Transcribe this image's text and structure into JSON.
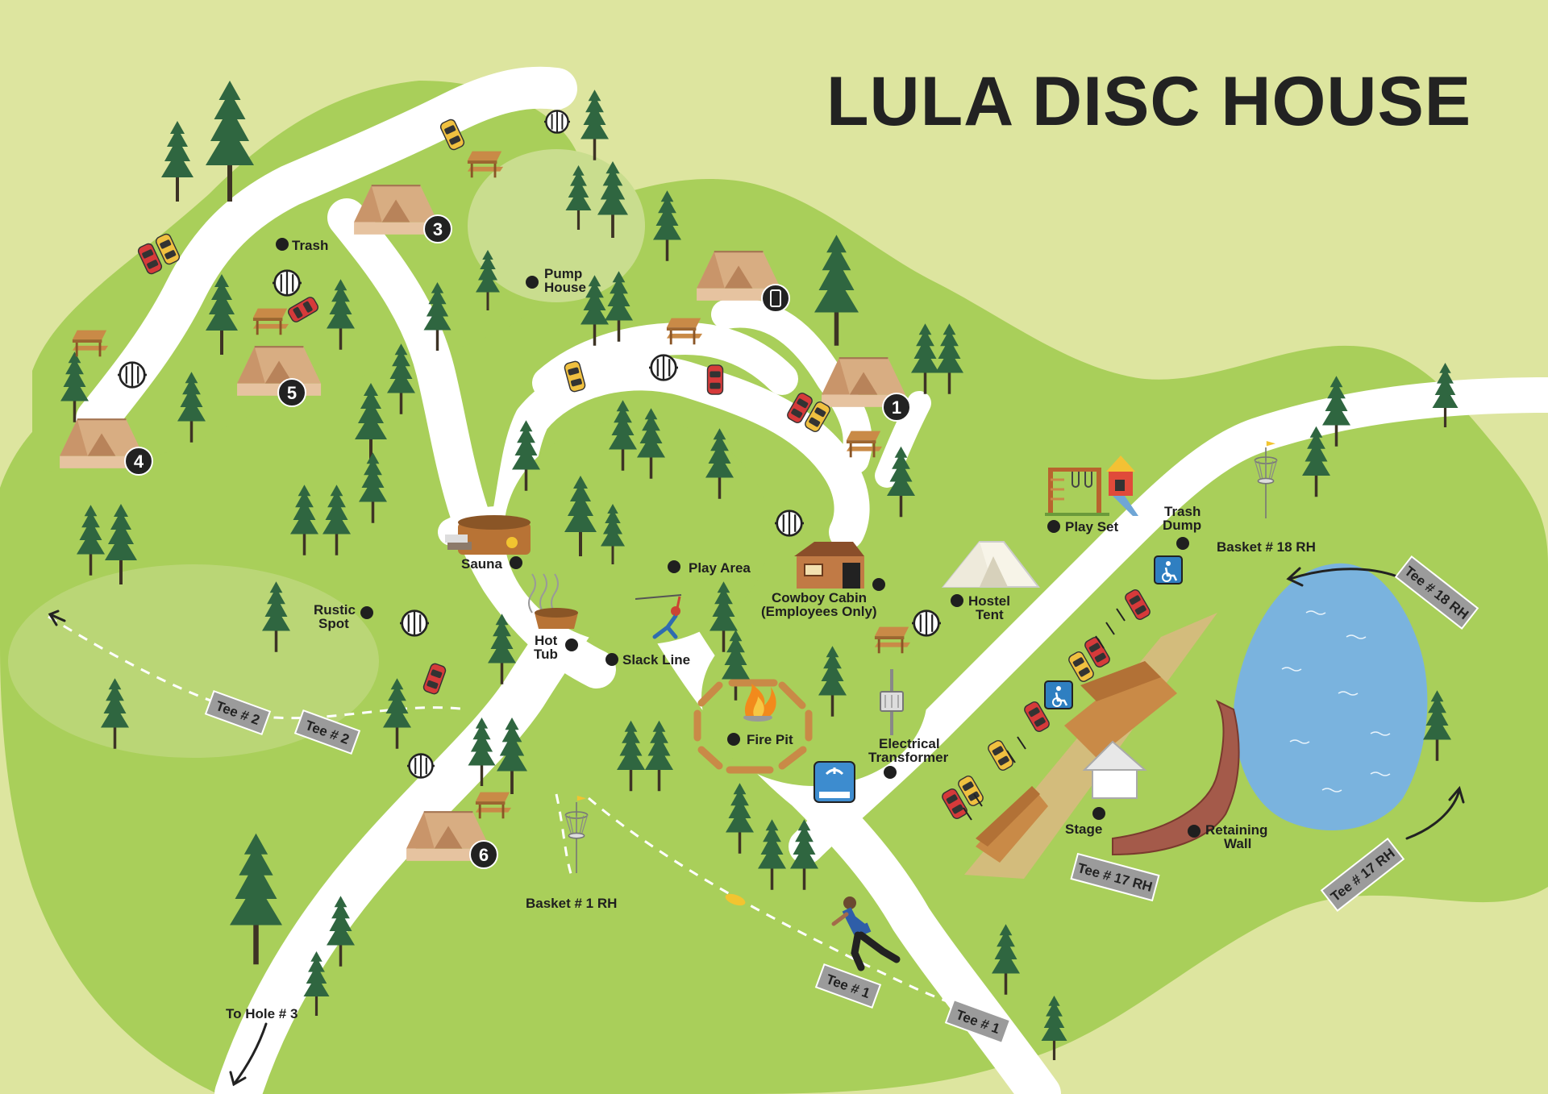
{
  "title": "LULA DISC HOUSE",
  "colors": {
    "background": "#dde59f",
    "grass": "#a9cf5a",
    "path": "#ffffff",
    "pond": "#7ab3de",
    "tree": "#2f6640",
    "tent": "#d8ad82",
    "tee_badge": "#9b9b9b"
  },
  "tents": [
    {
      "number": "1"
    },
    {
      "number": "3"
    },
    {
      "number": "4"
    },
    {
      "number": "5"
    },
    {
      "number": "6"
    }
  ],
  "points": {
    "trash": "Trash",
    "pump_house_1": "Pump",
    "pump_house_2": "House",
    "sauna": "Sauna",
    "play_area": "Play Area",
    "rustic_1": "Rustic",
    "rustic_2": "Spot",
    "hot_tub_1": "Hot",
    "hot_tub_2": "Tub",
    "slack_line": "Slack Line",
    "cowboy_1": "Cowboy Cabin",
    "cowboy_2": "(Employees Only)",
    "hostel_1": "Hostel",
    "hostel_2": "Tent",
    "play_set": "Play Set",
    "trash_dump_1": "Trash",
    "trash_dump_2": "Dump",
    "basket_18": "Basket # 18 RH",
    "fire_pit": "Fire Pit",
    "electrical_1": "Electrical",
    "electrical_2": "Transformer",
    "stage": "Stage",
    "retaining_1": "Retaining",
    "retaining_2": "Wall",
    "basket_1": "Basket # 1 RH",
    "to_hole_3": "To Hole # 3"
  },
  "tees": {
    "tee2_a": "Tee # 2",
    "tee2_b": "Tee # 2",
    "tee1_a": "Tee # 1",
    "tee1_b": "Tee # 1",
    "tee17_a": "Tee # 17 RH",
    "tee17_b": "Tee # 17 RH",
    "tee18": "Tee # 18 RH"
  },
  "icon_names": [
    "tent-icon",
    "tree-icon",
    "grill-icon",
    "car-icon",
    "picnic-table-icon",
    "disc-basket-icon",
    "accessible-parking-icon",
    "bathhouse-icon",
    "hot-tub-icon",
    "campfire-icon",
    "playground-icon",
    "cabin-icon",
    "disc-golfer-icon",
    "frisbee-icon",
    "phone-icon"
  ]
}
